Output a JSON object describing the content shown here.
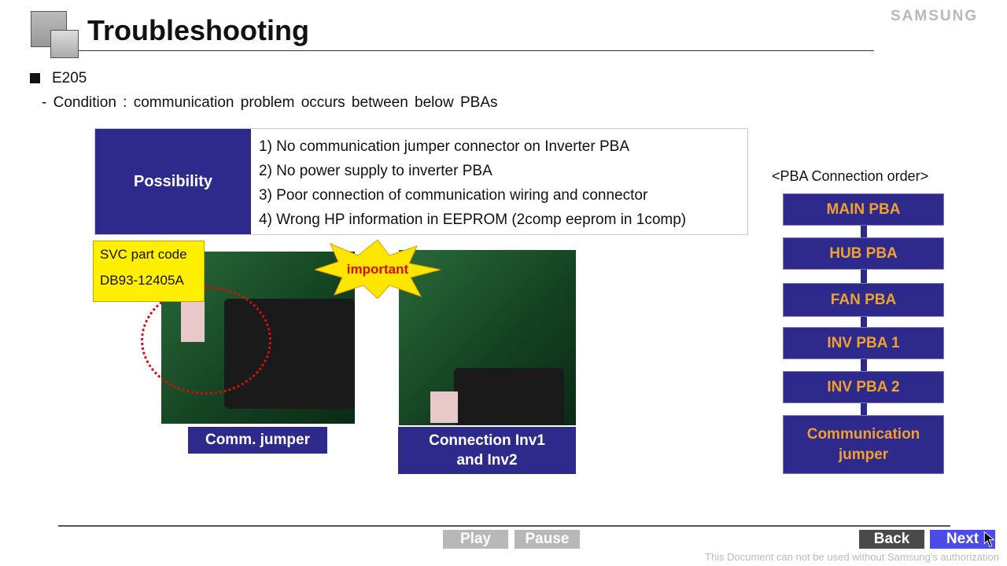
{
  "header": {
    "title": "Troubleshooting",
    "logo": "SAMSUNG"
  },
  "error_code": "E205",
  "condition": "- Condition : communication problem occurs between below PBAs",
  "possibility": {
    "label": "Possibility",
    "items": [
      "1) No communication jumper connector on Inverter PBA",
      "2) No power supply to inverter PBA",
      "3) Poor connection of communication wiring and connector",
      "4) Wrong HP information in EEPROM (2comp eeprom in 1comp)"
    ]
  },
  "svc": {
    "line1": "SVC part code",
    "line2": "DB93-12405A"
  },
  "important": "important",
  "photo_labels": {
    "jumper": "Comm. jumper",
    "conn1": "Connection Inv1",
    "conn2": "and Inv2"
  },
  "connection_order": {
    "title": "<PBA Connection order>",
    "boxes": [
      "MAIN PBA",
      "HUB PBA",
      "FAN PBA",
      "INV PBA 1",
      "INV PBA 2"
    ],
    "last1": "Communication",
    "last2": "jumper"
  },
  "controls": {
    "play": "Play",
    "pause": "Pause",
    "back": "Back",
    "next": "Next"
  },
  "footer": "This Document can not be used without Samsung's authorization",
  "colors": {
    "navy": "#2e2a8c",
    "orange": "#f0a030",
    "next": "#4b4be8"
  }
}
